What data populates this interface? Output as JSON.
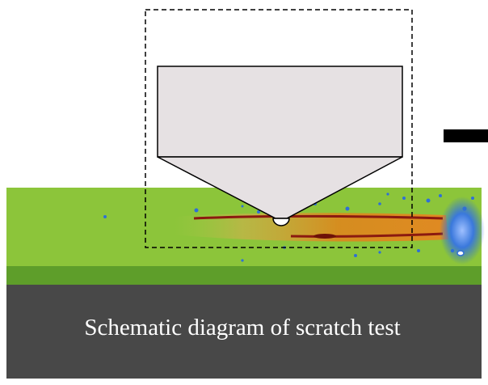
{
  "caption": "Schematic diagram of scratch test",
  "colors": {
    "background": "#ffffff",
    "coating_top": "#8cc53a",
    "coating_side": "#5e9e2a",
    "substrate": "#484848",
    "indenter_fill": "#e6e1e3",
    "indenter_stroke": "#000000",
    "scratch_core": "#d98a1e",
    "scratch_edge": "#8b1a10",
    "damage": "#2f6fd6",
    "caption_text": "#ffffff",
    "scale_bar": "#000000"
  },
  "icons": {
    "indenter": "diamond-indenter-shape",
    "scale_bar": "scale-bar-shape"
  }
}
